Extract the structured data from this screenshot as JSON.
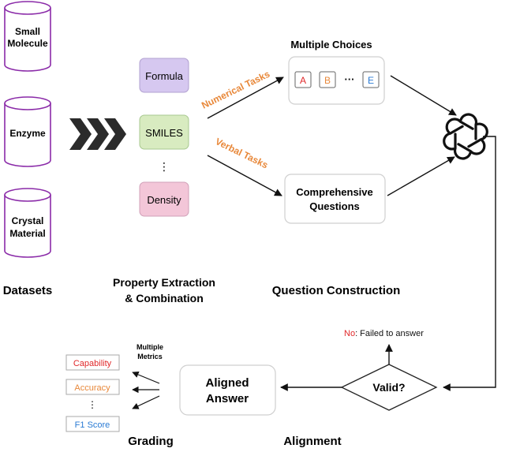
{
  "datasets": {
    "items": [
      {
        "lines": [
          "Small",
          "Molecule"
        ]
      },
      {
        "lines": [
          "Enzyme"
        ]
      },
      {
        "lines": [
          "Crystal",
          "Material"
        ]
      }
    ],
    "section_label": "Datasets"
  },
  "properties": {
    "formula": "Formula",
    "smiles": "SMILES",
    "ellipsis": "⋮",
    "density": "Density",
    "section_label_line1": "Property Extraction",
    "section_label_line2": "& Combination"
  },
  "questions": {
    "multiple_choices_title": "Multiple Choices",
    "options": [
      "A",
      "B",
      "E"
    ],
    "option_ellipsis": "···",
    "comprehensive_line1": "Comprehensive",
    "comprehensive_line2": "Questions",
    "section_label": "Question Construction"
  },
  "tasks": {
    "numerical": "Numerical Tasks",
    "verbal": "Verbal Tasks"
  },
  "validation": {
    "label": "Valid?",
    "no_label": "No",
    "no_text": ": Failed to answer"
  },
  "alignment": {
    "answer_line1": "Aligned",
    "answer_line2": "Answer",
    "section_label": "Alignment"
  },
  "grading": {
    "metrics_title_line1": "Multiple",
    "metrics_title_line2": "Metrics",
    "capability": "Capability",
    "accuracy": "Accuracy",
    "ellipsis": "⋮",
    "f1": "F1 Score",
    "section_label": "Grading"
  },
  "colors": {
    "orange": "#e8883a",
    "red": "#e0282a",
    "blue": "#2a7bd4",
    "formula_fill": "#d6c8f0",
    "smiles_fill": "#d8ebc0",
    "density_fill": "#f3c6d8",
    "cylinder_stroke": "#8a2aa8"
  },
  "icons": [
    "chevron-arrows-icon",
    "openai-logo-icon"
  ]
}
